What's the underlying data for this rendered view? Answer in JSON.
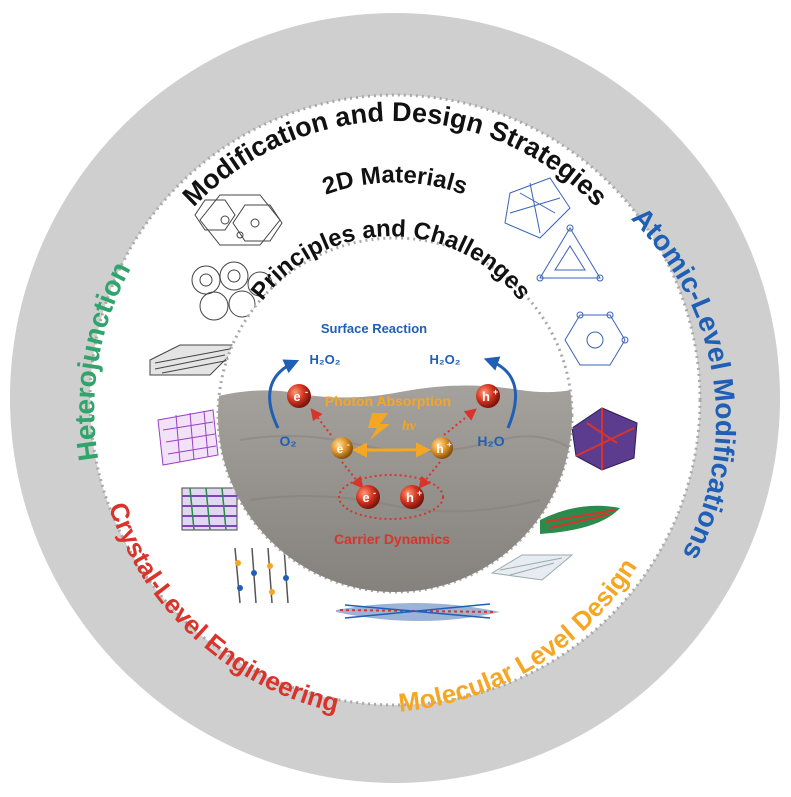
{
  "outer_ring": {
    "top": "Modification and Design Strategies",
    "left": "Heterojunction",
    "right": "Atomic-Level Modifications",
    "bottom_left": "Crystal-Level Engineering",
    "bottom_right": "Molecular Level Design"
  },
  "middle_ring": {
    "title": "2D Materials"
  },
  "inner": {
    "title": "Principles and Challenges",
    "surface_reaction": "Surface Reaction",
    "h2o2_left": "H₂O₂",
    "h2o2_right": "H₂O₂",
    "o2": "O₂",
    "h2o": "H₂O",
    "photon_absorption": "Photon Absorption",
    "hv": "hν",
    "carrier_dynamics": "Carrier Dynamics",
    "electron": "e",
    "hole": "h",
    "minus": "-",
    "plus": "+"
  },
  "colors": {
    "outer_ring": "#cfcfcf",
    "heterojunction": "#2fa56b",
    "atomic": "#1f5fb5",
    "crystal": "#d9342b",
    "molecular": "#f5a623",
    "surface": "#1f5fb5",
    "photon": "#f5a623",
    "carrier": "#d9342b"
  }
}
